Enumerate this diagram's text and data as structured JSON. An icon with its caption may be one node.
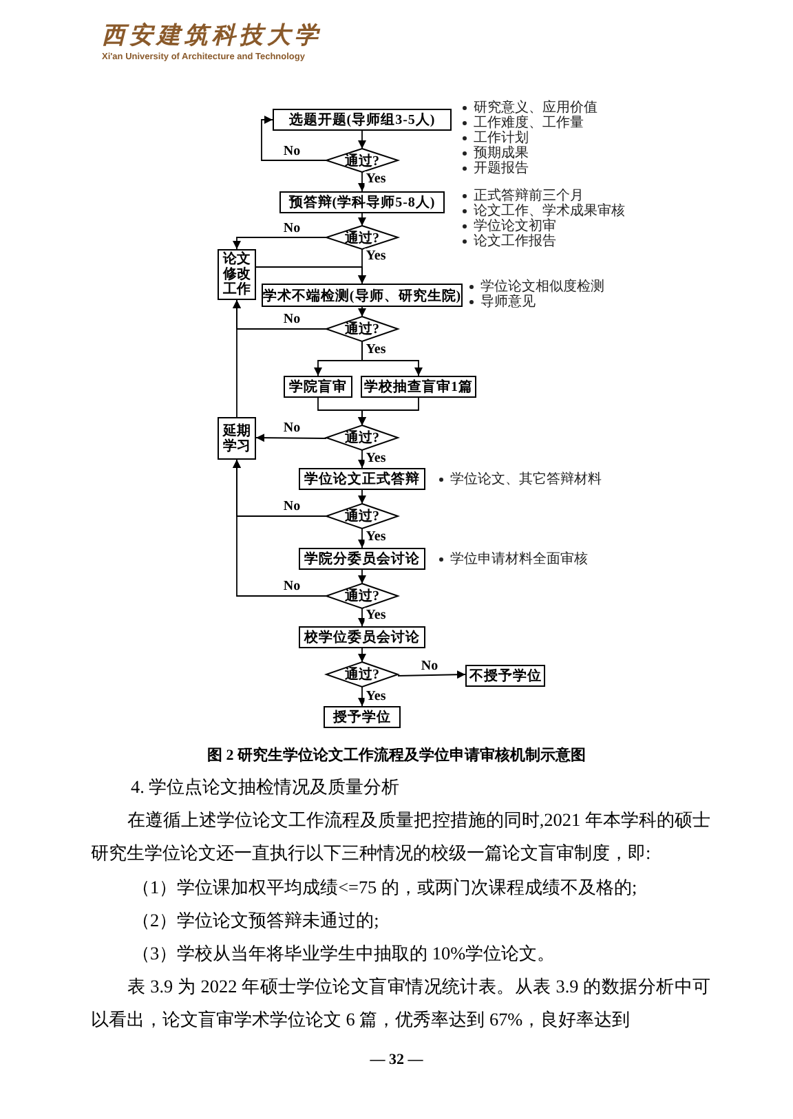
{
  "diagram": {
    "caption": "图 2 研究生学位论文工作流程及学位申请审核机制示意图",
    "nodes": [
      {
        "text": [
          "选题开题(导师组3-5人)"
        ],
        "beside": [
          "研究意义、应用价值",
          "工作难度、工作量",
          "工作计划",
          "预期成果",
          "开题报告"
        ]
      },
      {
        "text": [
          "通过?"
        ]
      },
      {
        "text": [
          "预答辩(学科导师5-8人)"
        ],
        "beside": [
          "正式答辩前三个月",
          "论文工作、学术成果审核",
          "学位论文初审",
          "论文工作报告"
        ]
      },
      {
        "text": [
          "通过?"
        ]
      },
      {
        "text": [
          "论文修改工作"
        ]
      },
      {
        "text": [
          "学术不端检测(导师、研究生院)"
        ],
        "beside": [
          "学位论文相似度检测",
          "导师意见"
        ]
      },
      {
        "text": [
          "通过?"
        ]
      },
      {
        "text": [
          "学院盲审"
        ]
      },
      {
        "text": [
          "学校抽查盲审1篇"
        ]
      },
      {
        "text": [
          "通过?"
        ]
      },
      {
        "text": [
          "延期学习"
        ]
      },
      {
        "text": [
          "学位论文正式答辩"
        ],
        "beside": [
          "学位论文、其它答辩材料"
        ]
      },
      {
        "text": [
          "通过?"
        ]
      },
      {
        "text": [
          "学院分委员会讨论"
        ],
        "beside": [
          "学位申请材料全面审核"
        ]
      },
      {
        "text": [
          "通过?"
        ]
      },
      {
        "text": [
          "校学位委员会讨论"
        ]
      },
      {
        "text": [
          "通过?"
        ]
      },
      {
        "text": [
          "不授予学位"
        ]
      },
      {
        "text": [
          "授予学位"
        ]
      }
    ],
    "edges": [
      {
        "from": 0,
        "to": 1,
        "arrow": "to"
      },
      {
        "from": 1,
        "to": 0,
        "arrow": "to",
        "label": "No"
      },
      {
        "from": 1,
        "to": 2,
        "arrow": "to",
        "label": "Yes"
      },
      {
        "from": 2,
        "to": 3,
        "arrow": "to"
      },
      {
        "from": 3,
        "to": 4,
        "arrow": "to",
        "label": "No"
      },
      {
        "from": 3,
        "to": 5,
        "arrow": "to",
        "label": "Yes"
      },
      {
        "from": 4,
        "to": 5,
        "arrow": "to"
      },
      {
        "from": 5,
        "to": 6,
        "arrow": "to"
      },
      {
        "from": 6,
        "to": 4,
        "arrow": "to",
        "label": "No"
      },
      {
        "from": 6,
        "to": 7,
        "arrow": "to",
        "label": "Yes"
      },
      {
        "from": 6,
        "to": 8,
        "arrow": "to"
      },
      {
        "from": 7,
        "to": 9,
        "arrow": "to"
      },
      {
        "from": 8,
        "to": 9,
        "arrow": "to"
      },
      {
        "from": 9,
        "to": 10,
        "arrow": "to",
        "label": "No"
      },
      {
        "from": 9,
        "to": 11,
        "arrow": "to",
        "label": "Yes"
      },
      {
        "from": 10,
        "to": 4,
        "arrow": "to"
      },
      {
        "from": 11,
        "to": 12,
        "arrow": "to"
      },
      {
        "from": 12,
        "to": 10,
        "arrow": "to",
        "label": "No"
      },
      {
        "from": 12,
        "to": 13,
        "arrow": "to",
        "label": "Yes"
      },
      {
        "from": 13,
        "to": 14,
        "arrow": "to"
      },
      {
        "from": 14,
        "to": 10,
        "arrow": "to",
        "label": "No"
      },
      {
        "from": 14,
        "to": 15,
        "arrow": "to",
        "label": "Yes"
      },
      {
        "from": 15,
        "to": 16,
        "arrow": "to"
      },
      {
        "from": 16,
        "to": 17,
        "arrow": "to",
        "label": "No"
      },
      {
        "from": 16,
        "to": 18,
        "arrow": "to",
        "label": "Yes"
      }
    ],
    "labels": [
      "西安建筑科技大学",
      "Xi'an University of Architecture and Technology",
      "4. 学位点论文抽检情况及质量分析",
      "在遵循上述学位论文工作流程及质量把控措施的同时,2021 年本学科的硕士研究生学位论文还一直执行以下三种情况的校级一篇论文盲审制度，即:",
      "（1）学位课加权平均成绩<=75 的，或两门次课程成绩不及格的;",
      "（2）学位论文预答辩未通过的;",
      "（3）学校从当年将毕业学生中抽取的 10%学位论文。",
      "表 3.9 为 2022 年硕士学位论文盲审情况统计表。从表 3.9 的数据分析中可以看出，论文盲审学术学位论文 6 篇，优秀率达到 67%，良好率达到",
      "— 32 —"
    ]
  }
}
